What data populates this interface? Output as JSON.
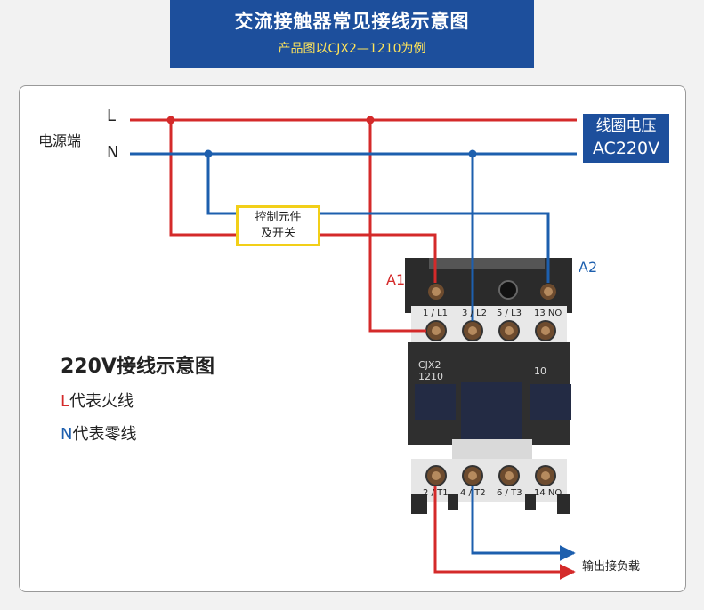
{
  "banner": {
    "title": "交流接触器常见接线示意图",
    "subtitle": "产品图以CJX2—1210为例"
  },
  "source_label": "电源端",
  "line_L": "L",
  "line_N": "N",
  "coil_voltage": {
    "line1": "线圈电压",
    "line2": "AC220V"
  },
  "control": {
    "line1": "控制元件",
    "line2": "及开关"
  },
  "terminals": {
    "a1": "A1",
    "a2": "A2"
  },
  "contactor": {
    "top_labels": [
      "1 / L1",
      "3 / L2",
      "5 / L3",
      "13 NO"
    ],
    "bottom_labels": [
      "2 / T1",
      "4 / T2",
      "6 / T3",
      "14 NO"
    ],
    "model_line1": "CJX2",
    "model_line2": "1210",
    "variant": "10"
  },
  "output_label": "输出接负载",
  "legend": {
    "title": "220V接线示意图",
    "l_letter": "L",
    "l_text": "代表火线",
    "n_letter": "N",
    "n_text": "代表零线"
  },
  "colors": {
    "live": "#d42a2a",
    "neutral": "#1d5fae",
    "banner": "#1d4f9c",
    "highlight": "#f2cf18"
  }
}
